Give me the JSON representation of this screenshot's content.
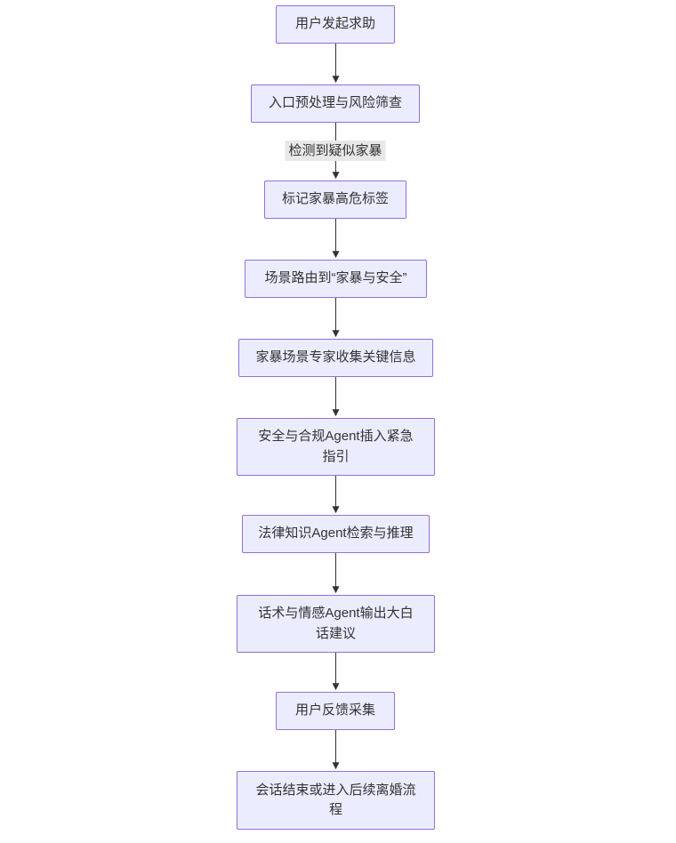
{
  "flowchart": {
    "colors": {
      "node_fill": "#ECECFF",
      "node_border": "#9370DB",
      "text_color": "#333333",
      "arrow_color": "#333333",
      "edge_label_bg": "#e8e8e8"
    },
    "nodes": [
      {
        "id": "user-initiates-help",
        "label": "用户发起求助"
      },
      {
        "id": "entry-preprocessing",
        "label": "入口预处理与风险筛查"
      },
      {
        "id": "mark-high-risk-label",
        "label": "标记家暴高危标签"
      },
      {
        "id": "scene-routing",
        "label": "场景路由到“家暴与安全”"
      },
      {
        "id": "expert-collect-info",
        "label": "家暴场景专家收集关键信息"
      },
      {
        "id": "safety-compliance-agent",
        "label": "安全与合规Agent插入紧急\n指引"
      },
      {
        "id": "legal-knowledge-agent",
        "label": "法律知识Agent检索与推理"
      },
      {
        "id": "speech-emotion-agent",
        "label": "话术与情感Agent输出大白\n话建议"
      },
      {
        "id": "user-feedback",
        "label": "用户反馈采集"
      },
      {
        "id": "session-end",
        "label": "会话结束或进入后续离婚流\n程"
      }
    ],
    "edge_label": "检测到疑似家暴"
  }
}
